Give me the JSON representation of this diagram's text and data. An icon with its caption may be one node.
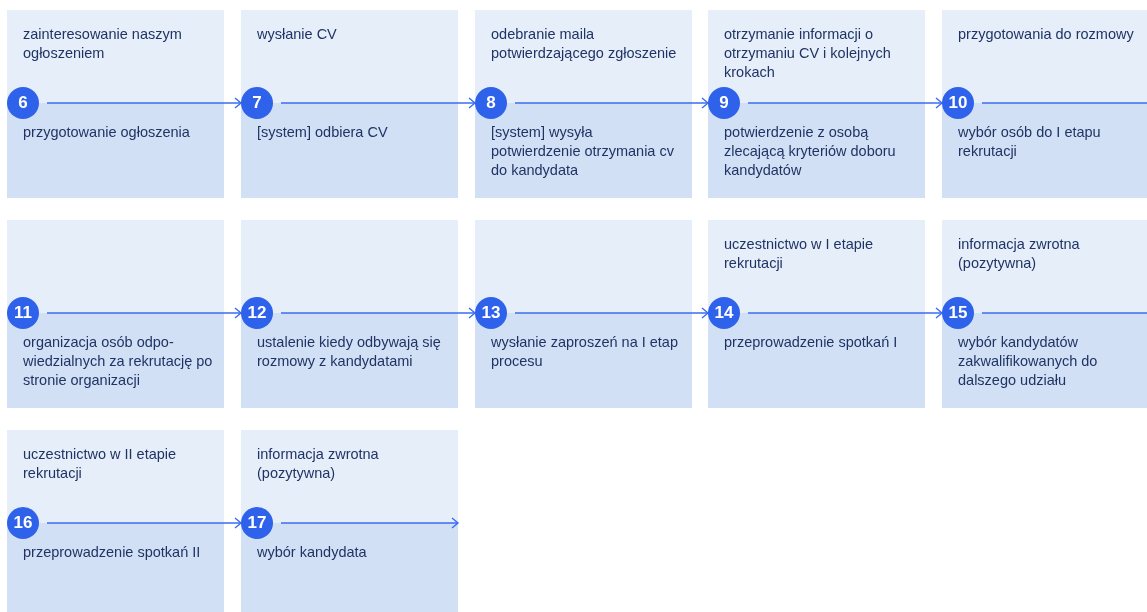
{
  "diagram": {
    "nodes": [
      {
        "text": [
          "zainteresowanie naszym ogłoszeniem",
          "przygotowanie ogłoszenia"
        ]
      },
      {
        "text": [
          "6"
        ],
        "in": 0
      },
      {
        "text": [
          "wysłanie CV",
          "[system] odbiera CV"
        ]
      },
      {
        "text": [
          "7"
        ],
        "in": 2
      },
      {
        "text": [
          "odebranie maila potwierdzającego zgłoszenie",
          "[system] wysyła potwierdzenie otrzymania cv do kandydata"
        ]
      },
      {
        "text": [
          "8"
        ],
        "in": 4
      },
      {
        "text": [
          "otrzymanie informacji o otrzymaniu CV i kolejnych krokach",
          "potwierdzenie z osobą zlecającą kryteriów doboru kandydatów"
        ]
      },
      {
        "text": [
          "9"
        ],
        "in": 6
      },
      {
        "text": [
          "przygotowania do rozmowy",
          "wybór osób do I etapu rekrutacji"
        ]
      },
      {
        "text": [
          "10"
        ],
        "in": 8
      },
      {
        "text": [
          "organizacja osób odpo- wiedzialnych za rekrutację po stronie organizacji"
        ]
      },
      {
        "text": [
          "11"
        ],
        "in": 10
      },
      {
        "text": [
          "ustalenie kiedy odbywają się rozmowy z kandydatami"
        ]
      },
      {
        "text": [
          "12"
        ],
        "in": 12
      },
      {
        "text": [
          "wysłanie zaproszeń na I etap procesu"
        ]
      },
      {
        "text": [
          "13"
        ],
        "in": 14
      },
      {
        "text": [
          "uczestnictwo w I etapie rekrutacji",
          "przeprowadzenie spotkań I"
        ]
      },
      {
        "text": [
          "14"
        ],
        "in": 16
      },
      {
        "text": [
          "informacja zwrotna (pozytywna)",
          "wybór kandydatów zakwalifikowanych do dalszego udziału"
        ]
      },
      {
        "text": [
          "15"
        ],
        "in": 18
      },
      {
        "text": [
          "uczestnictwo w II etapie rekrutacji",
          "przeprowadzenie spotkań II"
        ]
      },
      {
        "text": [
          "16"
        ],
        "in": 20
      },
      {
        "text": [
          "informacja zwrotna (pozytywna)",
          "wybór kandydata"
        ]
      },
      {
        "text": [
          "17"
        ],
        "in": 22
      }
    ],
    "edges": [
      {
        "from": 1,
        "to": 2,
        "arrow": "to"
      },
      {
        "from": 3,
        "to": 4,
        "arrow": "to"
      },
      {
        "from": 5,
        "to": 6,
        "arrow": "to"
      },
      {
        "from": 7,
        "to": 8,
        "arrow": "to"
      },
      {
        "from": 9,
        "to": null,
        "arrow": "none"
      },
      {
        "from": 11,
        "to": 12,
        "arrow": "to"
      },
      {
        "from": 13,
        "to": 14,
        "arrow": "to"
      },
      {
        "from": 15,
        "to": 16,
        "arrow": "to"
      },
      {
        "from": 17,
        "to": 18,
        "arrow": "to"
      },
      {
        "from": 19,
        "to": null,
        "arrow": "none"
      },
      {
        "from": 21,
        "to": 22,
        "arrow": "to"
      },
      {
        "from": 23,
        "to": null,
        "arrow": "to"
      }
    ]
  }
}
